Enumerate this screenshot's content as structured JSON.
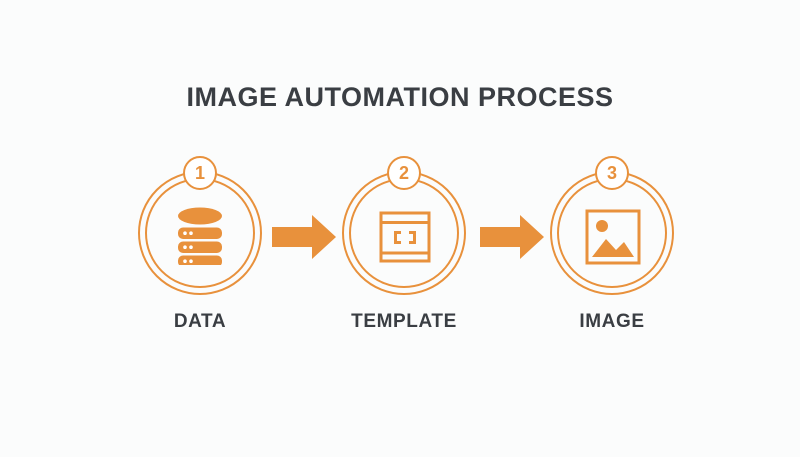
{
  "title": "IMAGE AUTOMATION PROCESS",
  "colors": {
    "accent": "#E8913C",
    "text": "#3A3E43",
    "background": "#FBFCFC"
  },
  "steps": [
    {
      "number": "1",
      "label": "DATA",
      "icon": "database-icon"
    },
    {
      "number": "2",
      "label": "TEMPLATE",
      "icon": "template-icon"
    },
    {
      "number": "3",
      "label": "IMAGE",
      "icon": "image-icon"
    }
  ],
  "arrows": [
    {
      "icon": "arrow-right-icon"
    },
    {
      "icon": "arrow-right-icon"
    }
  ]
}
